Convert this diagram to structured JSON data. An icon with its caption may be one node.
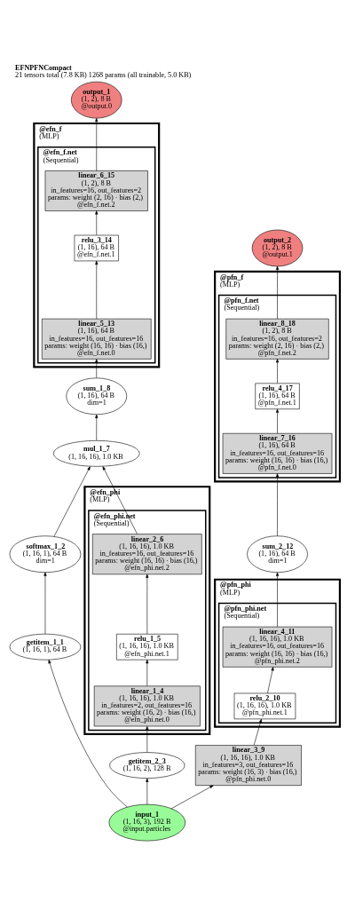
{
  "diagram": {
    "title": "EFNPFNCompact",
    "caption": "21 tensors total (7.8 KB) 1268 params (all trainable, 5.0 KB)",
    "nodes": [
      {
        "text": [
          "output_2",
          "(1, 2), 8 B",
          "@output.1"
        ]
      },
      {
        "text": [
          "@pfn_f",
          "(MLP)"
        ]
      },
      {
        "text": [
          "@pfn_f.net",
          "(Sequential)"
        ],
        "in": 1
      },
      {
        "text": [
          "linear_8_18",
          "(1, 2), 8 B",
          "in_features=16, out_features=2",
          "params: weight (2, 16) · bias (2,)",
          "@pfn_f.net.2"
        ],
        "in": 2
      },
      {
        "text": [
          "output_1",
          "(1, 2), 8 B",
          "@output.0"
        ]
      },
      {
        "text": [
          "@efn_f",
          "(MLP)"
        ]
      },
      {
        "text": [
          "@efn_f.net",
          "(Sequential)"
        ],
        "in": 5
      },
      {
        "text": [
          "linear_6_15",
          "(1, 2), 8 B",
          "in_features=16, out_features=2",
          "params: weight (2, 16) · bias (2,)",
          "@efn_f.net.2"
        ],
        "in": 6
      },
      {
        "text": [
          "relu_4_17",
          "(1, 16), 64 B",
          "@pfn_f.net.1"
        ],
        "in": 2
      },
      {
        "text": [
          "relu_3_14",
          "(1, 16), 64 B",
          "@efn_f.net.1"
        ],
        "in": 6
      },
      {
        "text": [
          "linear_7_16",
          "(1, 16), 64 B",
          "in_features=16, out_features=16",
          "params: weight (16, 16) · bias (16,)",
          "@pfn_f.net.0"
        ],
        "in": 2
      },
      {
        "text": [
          "linear_5_13",
          "(1, 16), 64 B",
          "in_features=16, out_features=16",
          "params: weight (16, 16) · bias (16,)",
          "@efn_f.net.0"
        ],
        "in": 6
      },
      {
        "text": [
          "sum_1_8",
          "(1, 16), 64 B",
          "dim=1"
        ]
      },
      {
        "text": [
          "mul_1_7",
          "(1, 16, 16), 1.0 KB"
        ]
      },
      {
        "text": [
          "@efn_phi",
          "(MLP)"
        ]
      },
      {
        "text": [
          "@efn_phi.net",
          "(Sequential)"
        ],
        "in": 14
      },
      {
        "text": [
          "linear_2_6",
          "(1, 16, 16), 1.0 KB",
          "in_features=16, out_features=16",
          "params: weight (16, 16) · bias (16,)",
          "@efn_phi.net.2"
        ],
        "in": 15
      },
      {
        "text": [
          "softmax_1_2",
          "(1, 16, 1), 64 B",
          "dim=1"
        ]
      },
      {
        "text": [
          "sum_2_12",
          "(1, 16), 64 B",
          "dim=1"
        ]
      },
      {
        "text": [
          "@pfn_phi",
          "(MLP)"
        ]
      },
      {
        "text": [
          "@pfn_phi.net",
          "(Sequential)"
        ],
        "in": 19
      },
      {
        "text": [
          "linear_4_11",
          "(1, 16, 16), 1.0 KB",
          "in_features=16, out_features=16",
          "params: weight (16, 16) · bias (16,)",
          "@pfn_phi.net.2"
        ],
        "in": 20
      },
      {
        "text": [
          "relu_1_5",
          "(1, 16, 16), 1.0 KB",
          "@efn_phi.net.1"
        ],
        "in": 15
      },
      {
        "text": [
          "relu_2_10",
          "(1, 16, 16), 1.0 KB",
          "@pfn_phi.net.1"
        ],
        "in": 20
      },
      {
        "text": [
          "linear_1_4",
          "(1, 16, 16), 1.0 KB",
          "in_features=2, out_features=16",
          "params: weight (16, 2) · bias (16,)",
          "@efn_phi.net.0"
        ],
        "in": 15
      },
      {
        "text": [
          "getitem_1_1",
          "(1, 16, 1), 64 B"
        ]
      },
      {
        "text": [
          "getitem_2_3",
          "(1, 16, 2), 128 B"
        ]
      },
      {
        "text": [
          "linear_3_9",
          "(1, 16, 16), 1.0 KB",
          "in_features=3, out_features=16",
          "params: weight (16, 3) · bias (16,)",
          "@pfn_phi.net.0"
        ]
      },
      {
        "text": [
          "input_1",
          "(1, 16, 3), 192 B",
          "@input.particles"
        ]
      }
    ],
    "edges": [
      {
        "from": 28,
        "to": 25,
        "arrow": "to"
      },
      {
        "from": 28,
        "to": 26,
        "arrow": "to"
      },
      {
        "from": 28,
        "to": 27,
        "arrow": "to"
      },
      {
        "from": 25,
        "to": 17,
        "arrow": "to"
      },
      {
        "from": 26,
        "to": 24,
        "arrow": "to"
      },
      {
        "from": 24,
        "to": 22,
        "arrow": "to"
      },
      {
        "from": 22,
        "to": 16,
        "arrow": "to"
      },
      {
        "from": 17,
        "to": 13,
        "arrow": "to"
      },
      {
        "from": 16,
        "to": 13,
        "arrow": "to"
      },
      {
        "from": 13,
        "to": 12,
        "arrow": "to"
      },
      {
        "from": 12,
        "to": 11,
        "arrow": "to"
      },
      {
        "from": 11,
        "to": 9,
        "arrow": "to"
      },
      {
        "from": 9,
        "to": 7,
        "arrow": "to"
      },
      {
        "from": 7,
        "to": 4,
        "arrow": "to"
      },
      {
        "from": 27,
        "to": 23,
        "arrow": "to"
      },
      {
        "from": 23,
        "to": 21,
        "arrow": "to"
      },
      {
        "from": 21,
        "to": 18,
        "arrow": "to"
      },
      {
        "from": 18,
        "to": 10,
        "arrow": "to"
      },
      {
        "from": 10,
        "to": 8,
        "arrow": "to"
      },
      {
        "from": 8,
        "to": 3,
        "arrow": "to"
      },
      {
        "from": 3,
        "to": 0,
        "arrow": "to"
      }
    ]
  }
}
